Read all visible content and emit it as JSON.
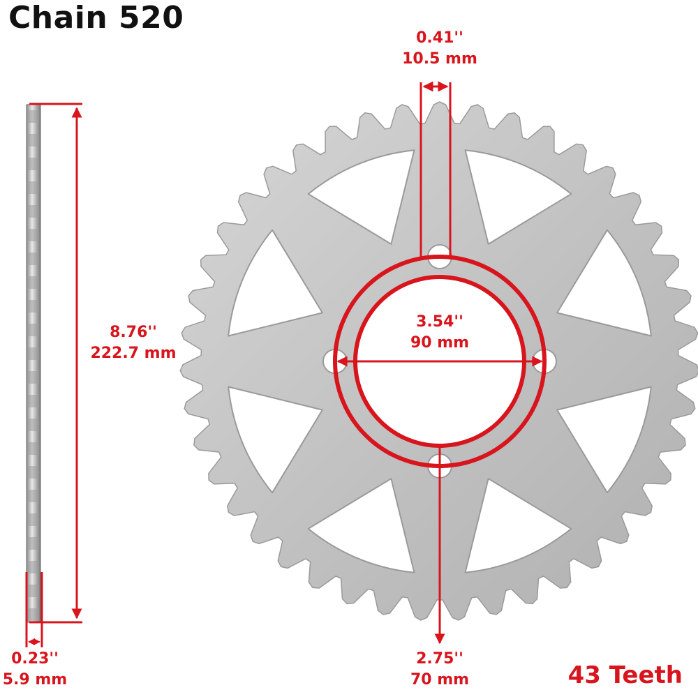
{
  "title": "Chain 520",
  "teeth_label": "43 Teeth",
  "colors": {
    "dimension": "#d8141c",
    "metal": "#c6c6c6",
    "title": "#111111"
  },
  "dimensions": {
    "offset_width": {
      "inch": "0.41''",
      "mm": "10.5 mm"
    },
    "center_bore": {
      "inch": "3.54''",
      "mm": "90 mm"
    },
    "overall_diameter": {
      "inch": "8.76''",
      "mm": "222.7 mm"
    },
    "thickness": {
      "inch": "0.23''",
      "mm": "5.9 mm"
    },
    "bolt_circle_radius": {
      "inch": "2.75''",
      "mm": "70 mm"
    }
  },
  "sprocket": {
    "teeth": 43,
    "bolt_holes": 4,
    "cutouts": 8
  }
}
